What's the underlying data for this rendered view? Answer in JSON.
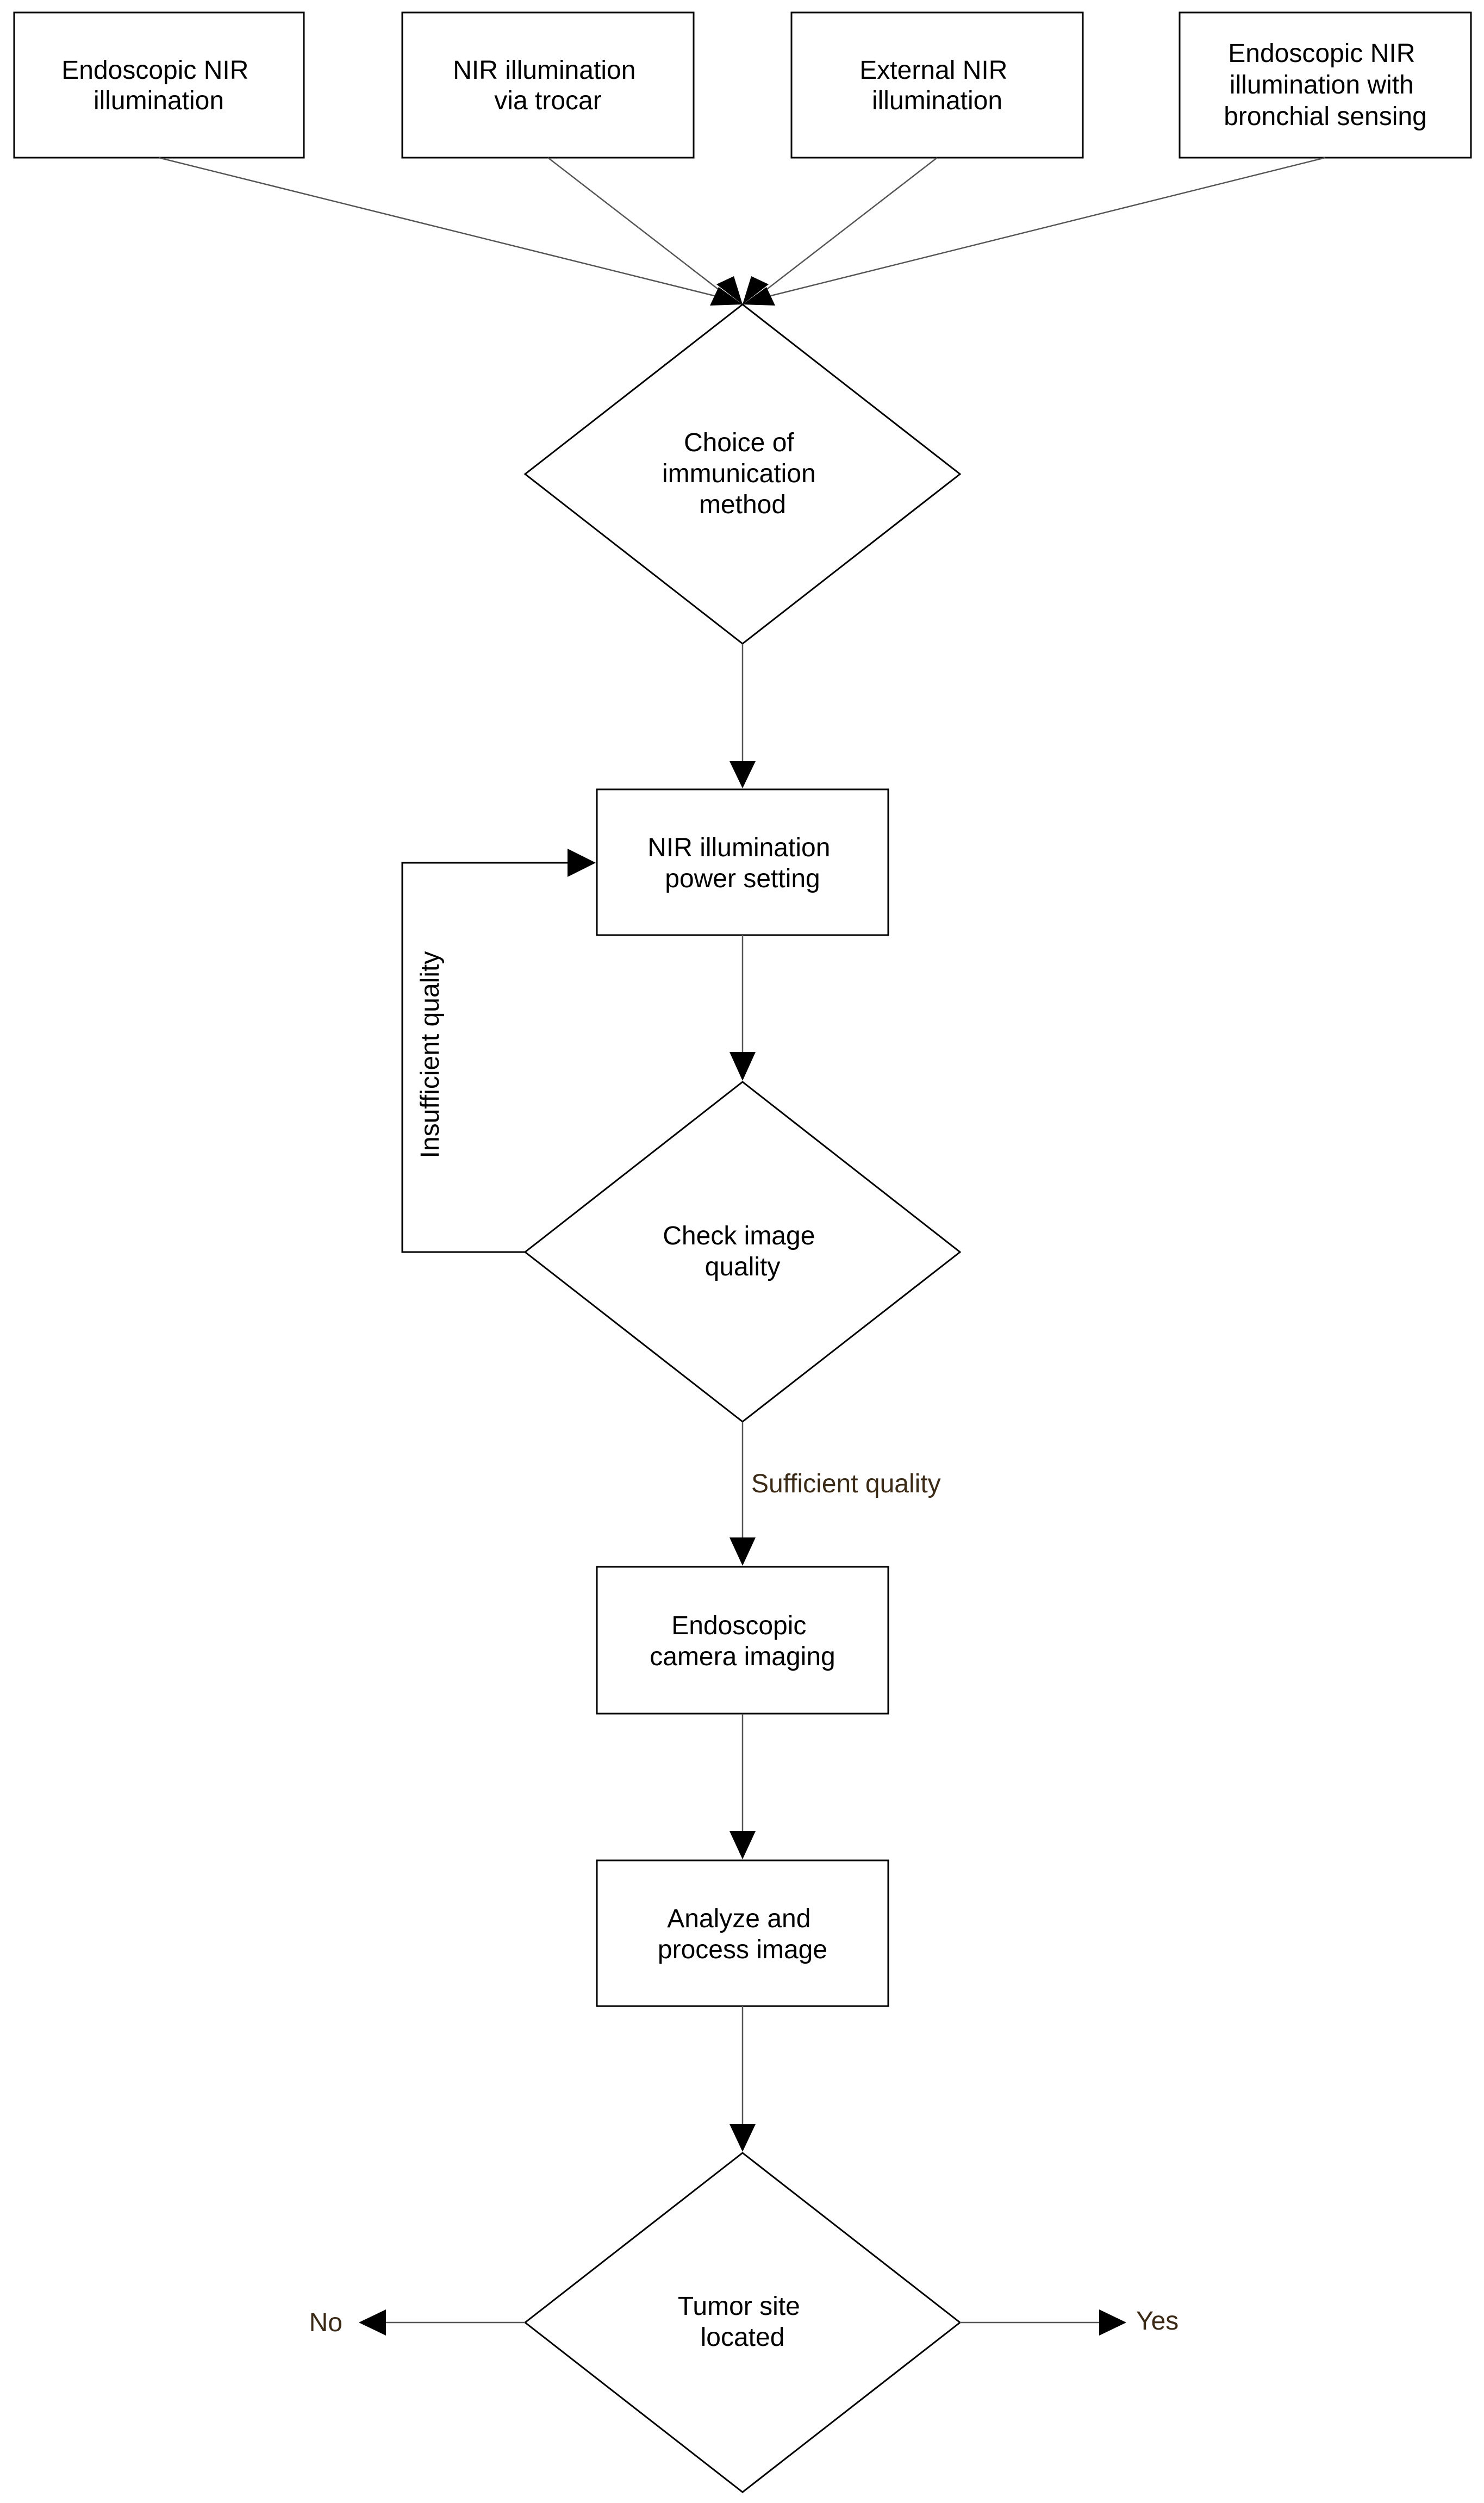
{
  "colors": {
    "box_stroke": "#000000",
    "text": "#000000",
    "connector": "#555555",
    "edge_label": "#3b2a16"
  },
  "nodes": {
    "endoscopic_nir": [
      "Endoscopic NIR",
      "illumination"
    ],
    "nir_trocar": [
      "NIR illumination",
      "via trocar"
    ],
    "external_nir": [
      "External NIR",
      "illumination"
    ],
    "endoscopic_bronchial": [
      "Endoscopic NIR",
      "illumination with",
      "bronchial sensing"
    ],
    "choice": [
      "Choice of",
      "immunication",
      "method"
    ],
    "power_setting": [
      "NIR illumination",
      "power setting"
    ],
    "check_quality": [
      "Check image",
      "quality"
    ],
    "camera_imaging": [
      "Endoscopic",
      "camera imaging"
    ],
    "analyze": [
      "Analyze and",
      "process image"
    ],
    "tumor_located": [
      "Tumor site",
      "located"
    ]
  },
  "edge_labels": {
    "insufficient": "Insufficient quality",
    "sufficient": "Sufficient quality",
    "no": "No",
    "yes": "Yes"
  }
}
